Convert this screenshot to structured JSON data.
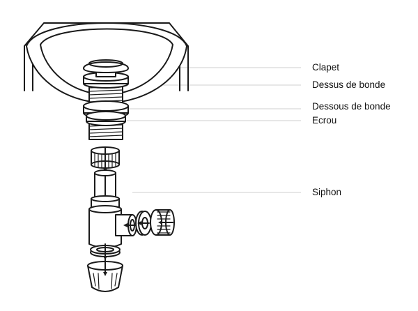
{
  "labels": {
    "clapet": "Clapet",
    "dessus_bonde": "Dessus de bonde",
    "dessous_bonde": "Dessous de bonde",
    "ecrou": "Ecrou",
    "siphon": "Siphon"
  },
  "colors": {
    "ink": "#1a1a1a",
    "leader": "#cfcfcf",
    "shade": "#d9d9d9",
    "background": "#ffffff"
  },
  "icons": [
    "arrow-down-icon",
    "arrow-left-icon"
  ]
}
